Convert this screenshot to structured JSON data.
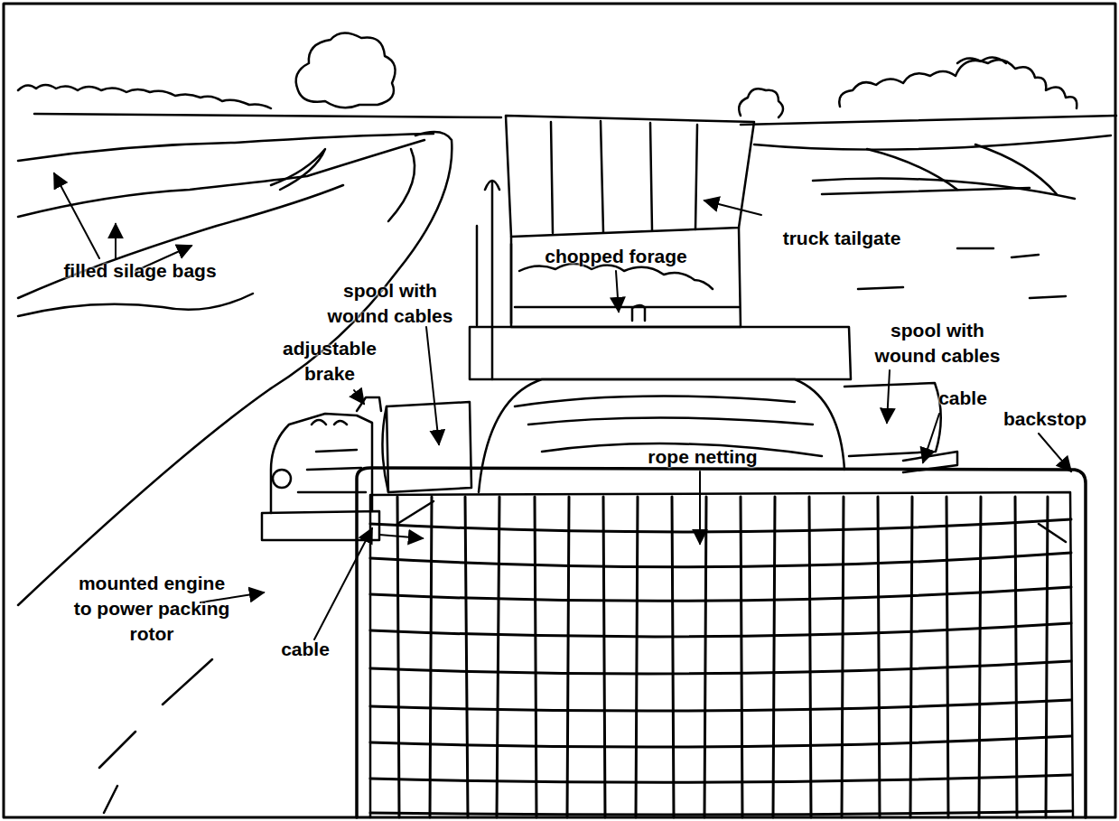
{
  "diagram": {
    "labels": [
      "filled silage bags",
      "adjustable brake",
      "spool with wound cables",
      "chopped forage",
      "truck tailgate",
      "spool with wound cables",
      "cable",
      "backstop",
      "rope netting",
      "mounted engine to power packing rotor",
      "cable"
    ]
  }
}
